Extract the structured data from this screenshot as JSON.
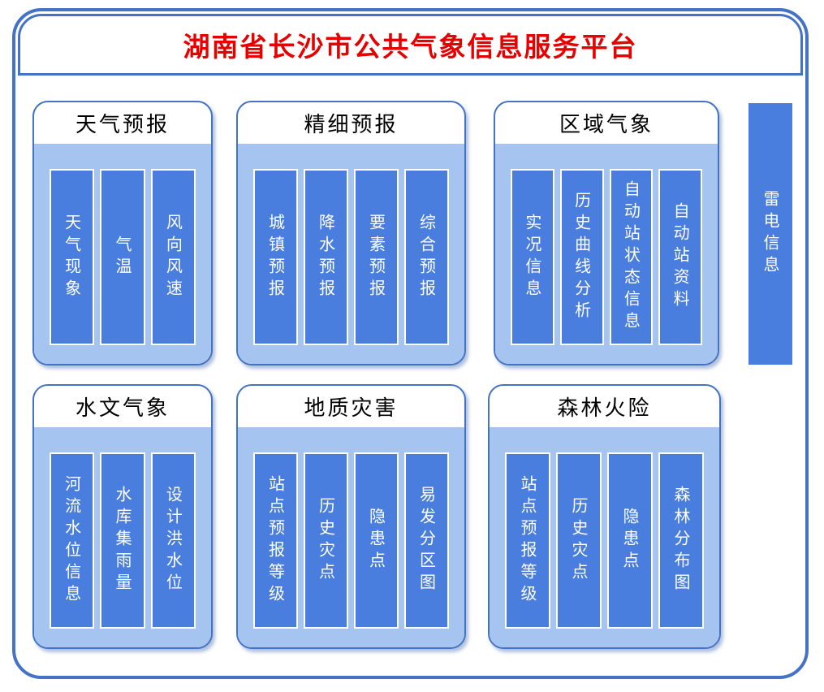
{
  "title": "湖南省长沙市公共气象信息服务平台",
  "colors": {
    "border": "#4472C4",
    "panel_fill": "#A6C4F0",
    "bar_fill": "#4A7EDE",
    "title_text": "#E60000",
    "header_text": "#000000",
    "bar_text": "#FFFFFF"
  },
  "sections": [
    {
      "label": "天气预报",
      "items": [
        "天气现象",
        "气温",
        "风向风速"
      ]
    },
    {
      "label": "精细预报",
      "items": [
        "城镇预报",
        "降水预报",
        "要素预报",
        "综合预报"
      ]
    },
    {
      "label": "区域气象",
      "items": [
        "实况信息",
        "历史曲线分析",
        "自动站状态信息",
        "自动站资料"
      ]
    },
    {
      "label": "水文气象",
      "items": [
        "河流水位信息",
        "水库集雨量",
        "设计洪水位"
      ]
    },
    {
      "label": "地质灾害",
      "items": [
        "站点预报等级",
        "历史灾点",
        "隐患点",
        "易发分区图"
      ]
    },
    {
      "label": "森林火险",
      "items": [
        "站点预报等级",
        "历史灾点",
        "隐患点",
        "森林分布图"
      ]
    }
  ],
  "side_bar": {
    "label": "雷电信息"
  }
}
